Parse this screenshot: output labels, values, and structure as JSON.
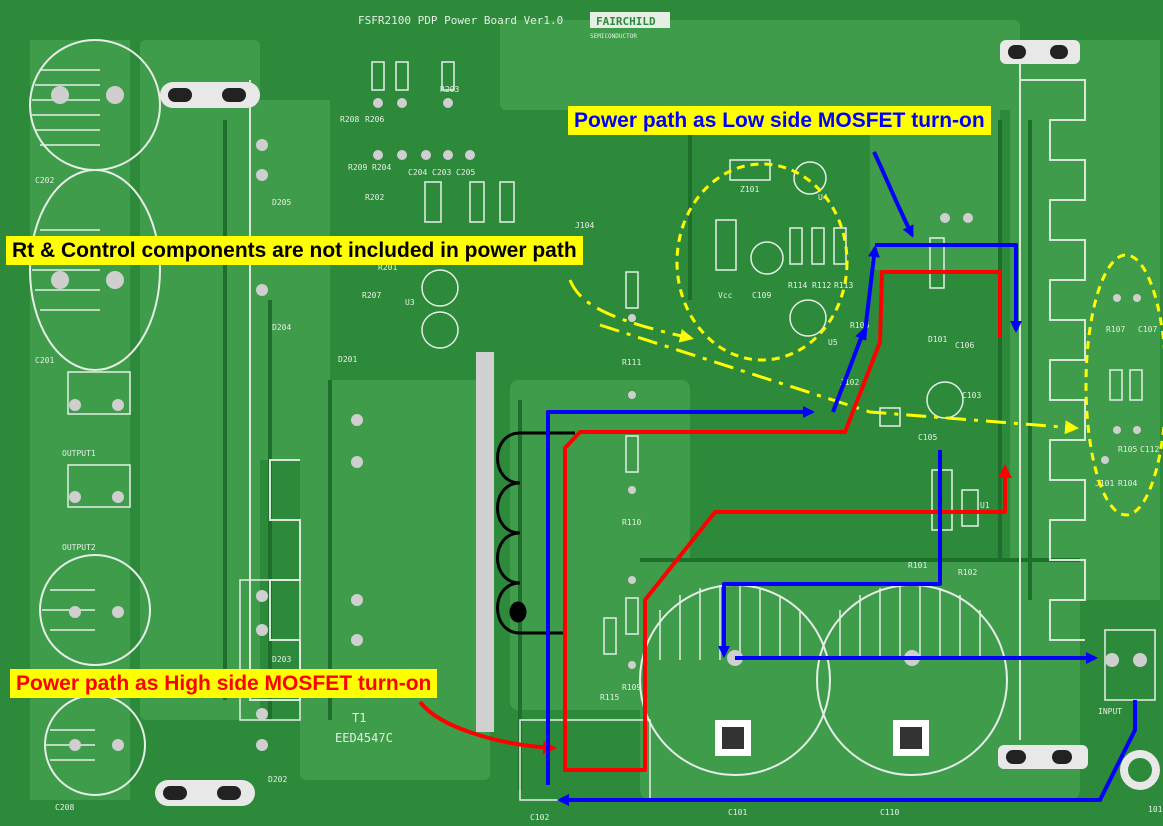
{
  "board": {
    "title": "FSFR2100 PDP Power Board Ver1.0",
    "logo": "FAIRCHILD",
    "logo_sub": "SEMICONDUCTOR"
  },
  "callouts": {
    "low_side": "Power path as Low side MOSFET turn-on",
    "control": "Rt & Control components are not included in power path",
    "high_side": "Power path as High side MOSFET turn-on"
  },
  "silkscreen": {
    "c202": "C202",
    "c201": "C201",
    "c208": "C208",
    "output1": "OUTPUT1",
    "output2": "OUTPUT2",
    "d205": "D205",
    "d204": "D204",
    "d201": "D201",
    "d203": "D203",
    "d202": "D202",
    "r208": "R208",
    "r206": "R206",
    "r203": "R203",
    "r209": "R209",
    "r204": "R204",
    "r202": "R202",
    "r207": "R207",
    "r201": "R201",
    "c204": "C204",
    "c203": "C203",
    "c205": "C205",
    "u3": "U3",
    "u4": "U4",
    "u5": "U5",
    "u1": "U1",
    "z101": "Z101",
    "vcc": "Vcc",
    "c109": "C109",
    "r114": "R114",
    "r112": "R112",
    "r113": "R113",
    "r106": "R106",
    "d101": "D101",
    "c106": "C106",
    "c103": "C103",
    "c105": "C105",
    "r111": "R111",
    "r110": "R110",
    "r109": "R109",
    "r115": "R115",
    "r101": "R101",
    "r102": "R102",
    "r107": "R107",
    "c107": "C107",
    "r105": "R105",
    "c112": "C112",
    "r104": "R104",
    "j101": "J101",
    "j104": "J104",
    "j102": "J102",
    "t1": "T1",
    "eed": "EED4547C",
    "c101": "C101",
    "c110": "C110",
    "c102": "C102",
    "input": "INPUT",
    "label_101": "101"
  },
  "colors": {
    "board": "#2d8a3a",
    "board_dark": "#1e6e2c",
    "trace": "#3e9c4a",
    "blue_path": "#0000ff",
    "red_path": "#ff0000",
    "yellow_path": "#ffff00",
    "callout_bg": "#ffff00"
  }
}
